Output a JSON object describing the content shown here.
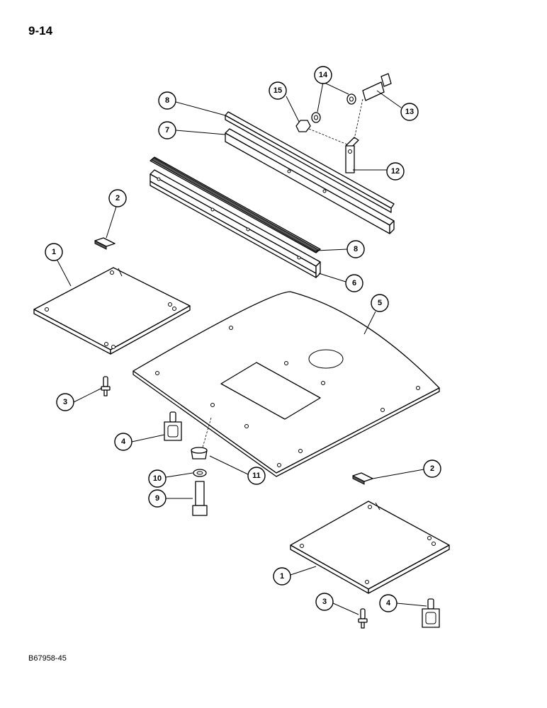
{
  "page": {
    "number": "9-14",
    "document_id": "B67958-45"
  },
  "callouts": [
    "1",
    "2",
    "3",
    "4",
    "5",
    "6",
    "7",
    "8",
    "9",
    "10",
    "11",
    "12",
    "13",
    "14",
    "15"
  ]
}
